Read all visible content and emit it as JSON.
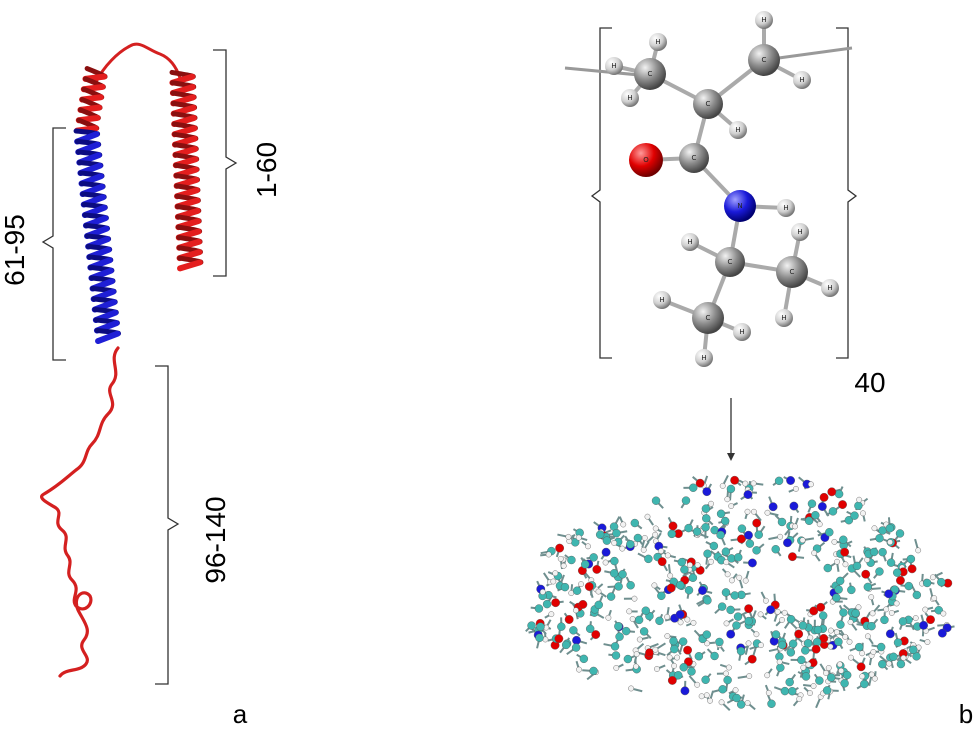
{
  "panel_a": {
    "label": "a",
    "ranges": [
      "1-60",
      "61-95",
      "96-140"
    ],
    "colors": {
      "helix_a": "#e41e1e",
      "helix_b": "#1f1fd6",
      "coil": "#d42020"
    }
  },
  "panel_b": {
    "label": "b",
    "repeat_count": "40",
    "atoms": {
      "carbon": "C",
      "oxygen": "O",
      "nitrogen": "N",
      "hydrogen": "H"
    },
    "colors": {
      "carbon": "#8c8c8c",
      "oxygen": "#e00000",
      "nitrogen": "#1a1ad9",
      "hydrogen": "#d9d9d9",
      "poly_carbon": "#3fb6b0"
    }
  }
}
